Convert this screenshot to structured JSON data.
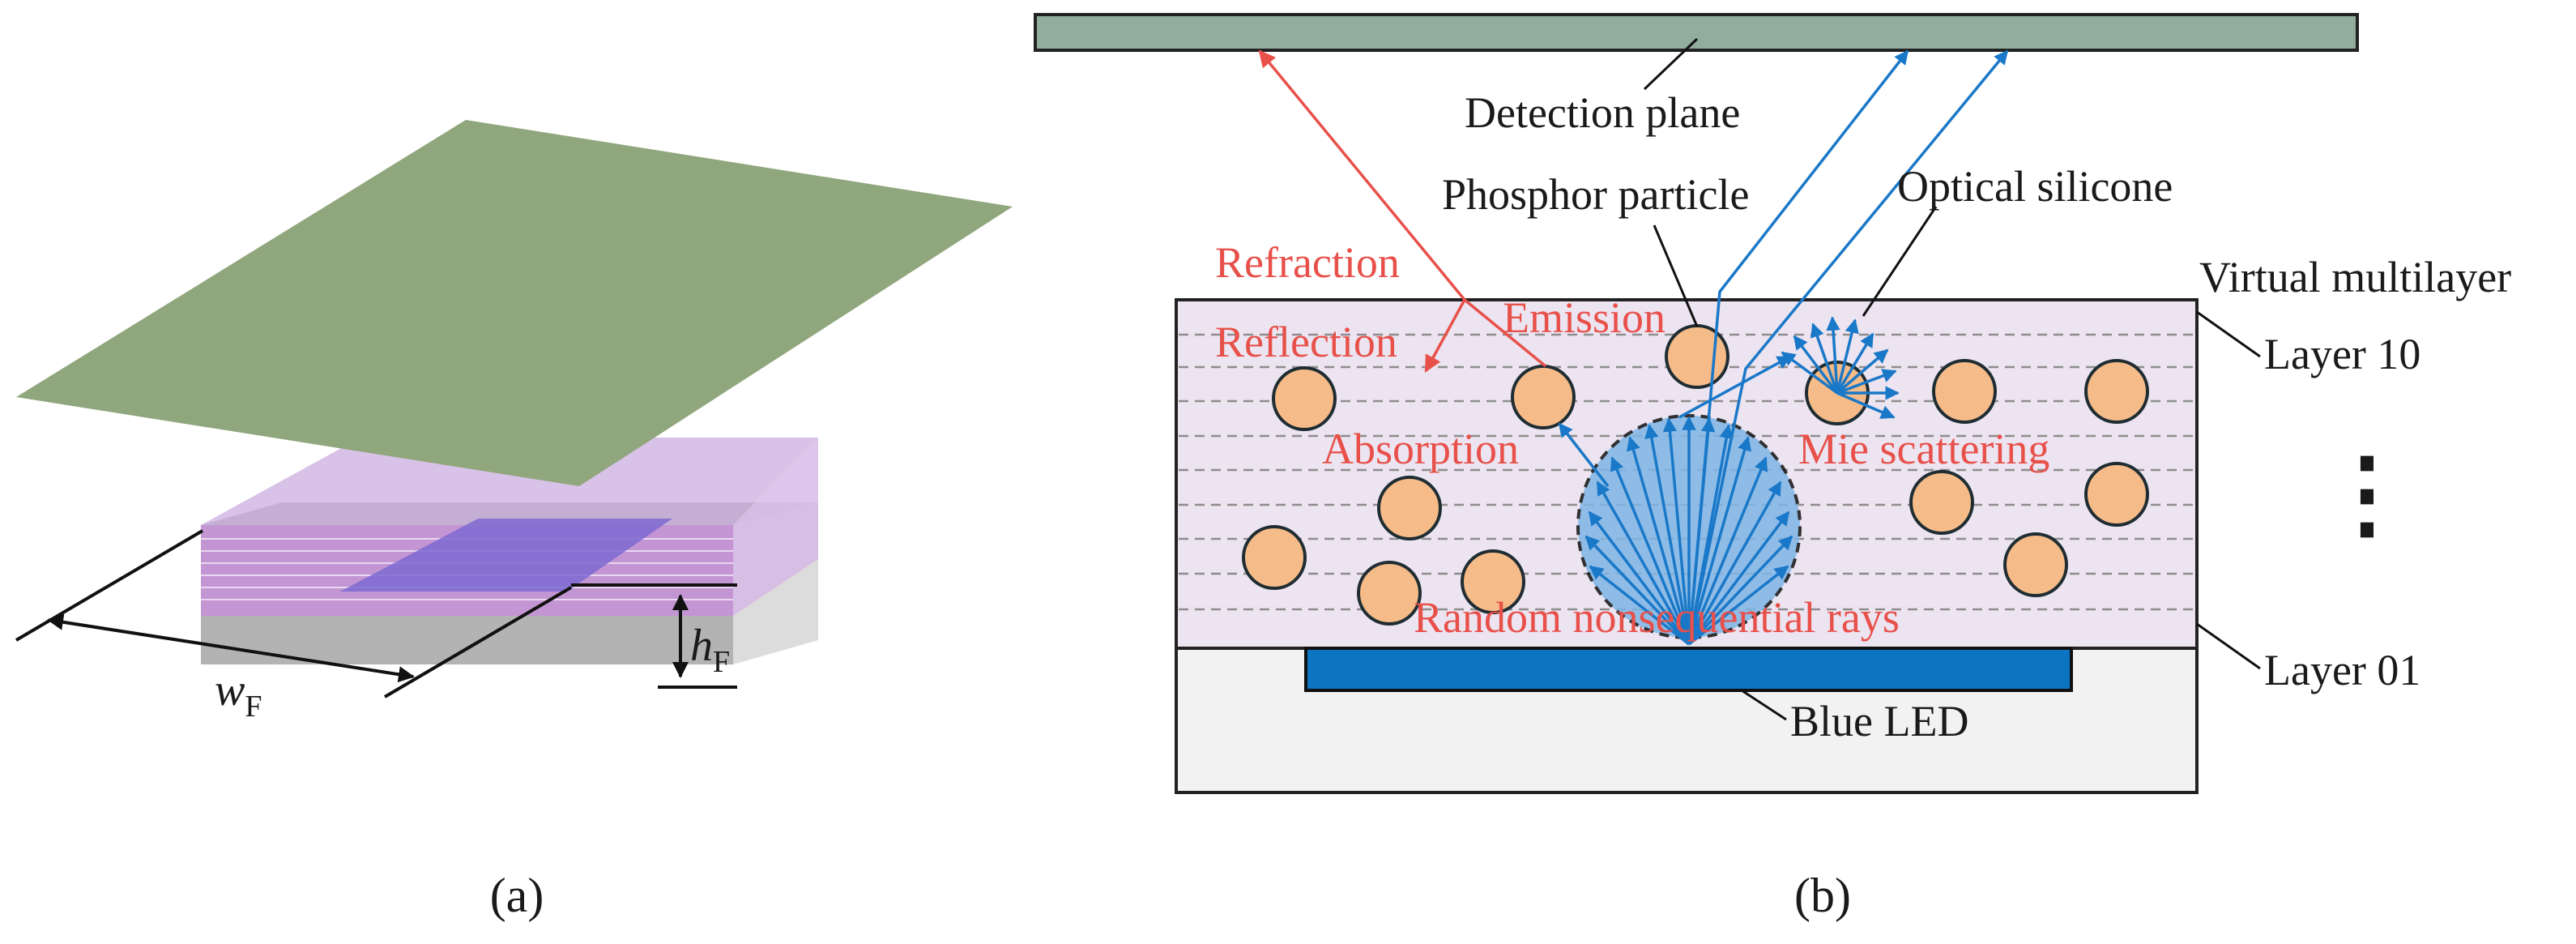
{
  "panel_a": {
    "caption": "(a)",
    "width_symbol": "w",
    "width_subscript": "F",
    "height_symbol": "h",
    "height_subscript": "F"
  },
  "panel_b": {
    "caption": "(b)",
    "labels": {
      "detection_plane": "Detection plane",
      "phosphor_particle": "Phosphor particle",
      "optical_silicone": "Optical silicone",
      "virtual_multilayer": "Virtual multilayer",
      "layer_top": "Layer 10",
      "layer_bottom": "Layer 01",
      "ellipsis": "⋮",
      "blue_led": "Blue LED"
    },
    "red_labels": {
      "refraction": "Refraction",
      "reflection": "Reflection",
      "emission": "Emission",
      "absorption": "Absorption",
      "mie_scattering": "Mie scattering",
      "random_rays": "Random nonsequential rays"
    },
    "colors": {
      "detection_plane_fill": "#93ad9c",
      "multilayer_fill": "#ece4f0",
      "phosphor_fill": "#f5bb88",
      "led_fill": "#0d74c2",
      "ray_blue": "#1a78c8",
      "ray_red": "#e8504a",
      "substrate_fill": "#f2f2f2",
      "halo_fill": "#7fb6e6"
    }
  }
}
